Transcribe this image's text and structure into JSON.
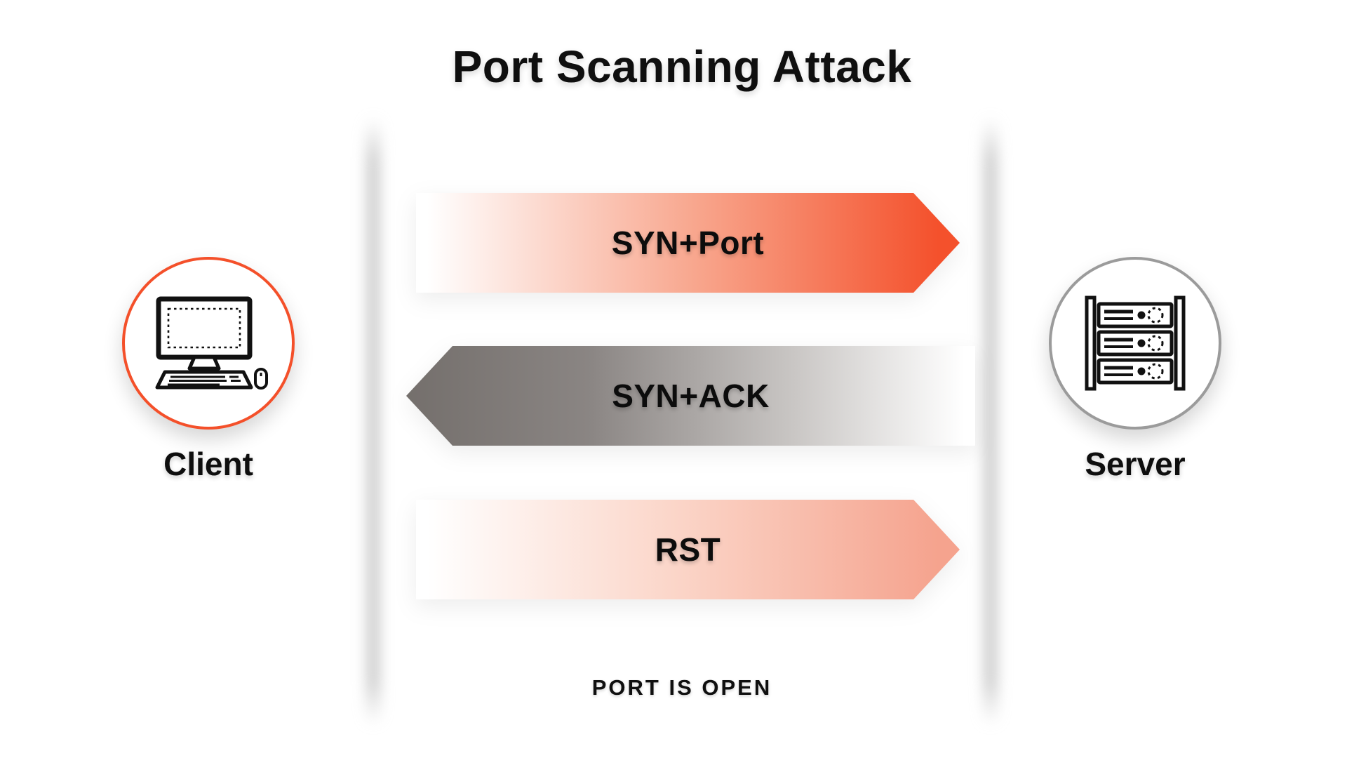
{
  "title": "Port Scanning Attack",
  "client": {
    "label": "Client",
    "icon": "desktop-computer-icon",
    "ring_color": "#f4502a"
  },
  "server": {
    "label": "Server",
    "icon": "server-rack-icon",
    "ring_color": "#9b9b9b"
  },
  "messages": [
    {
      "label": "SYN+Port",
      "from": "Client",
      "to": "Server",
      "direction": "right",
      "gradient_from": "#ffffff",
      "gradient_to": "#f4512c"
    },
    {
      "label": "SYN+ACK",
      "from": "Server",
      "to": "Client",
      "direction": "left",
      "gradient_from": "#746f6c",
      "gradient_to": "#ffffff"
    },
    {
      "label": "RST",
      "from": "Client",
      "to": "Server",
      "direction": "right",
      "gradient_from": "#ffffff",
      "gradient_to": "#f5a38e"
    }
  ],
  "status": "PORT IS OPEN",
  "colors": {
    "accent_orange": "#f4512c",
    "salmon": "#f5a38e",
    "warm_gray": "#746f6c",
    "lifeline_gray": "#c2c2c2",
    "text": "#0f0f0f",
    "background": "#ffffff"
  }
}
